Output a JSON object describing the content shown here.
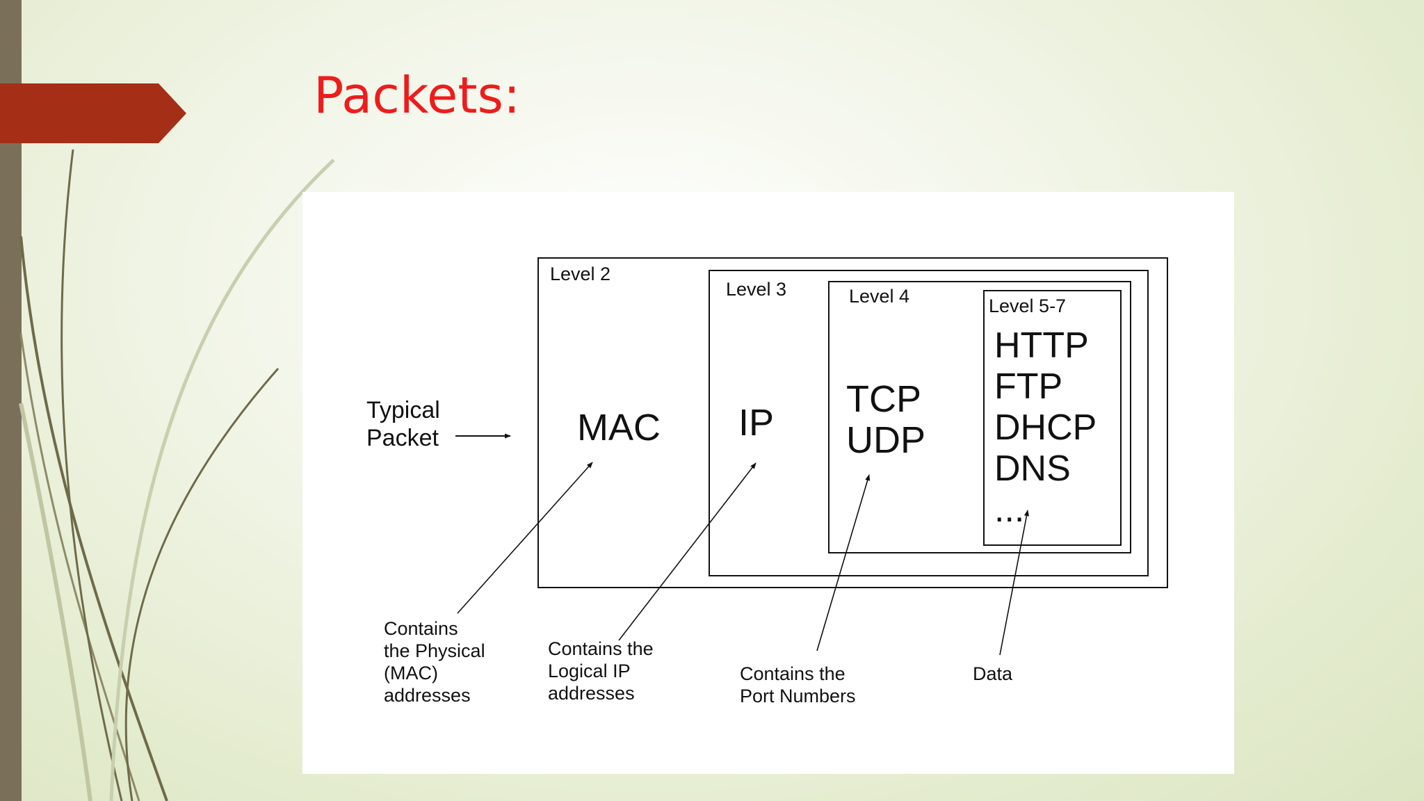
{
  "slide": {
    "title": "Packets:"
  },
  "diagram": {
    "packet_label": [
      "Typical",
      "Packet"
    ],
    "layers": [
      {
        "level": "Level 2",
        "protocols": [
          "MAC"
        ]
      },
      {
        "level": "Level 3",
        "protocols": [
          "IP"
        ]
      },
      {
        "level": "Level 4",
        "protocols": [
          "TCP",
          "UDP"
        ]
      },
      {
        "level": "Level 5-7",
        "protocols": [
          "HTTP",
          "FTP",
          "DHCP",
          "DNS",
          "..."
        ]
      }
    ],
    "annotations": [
      {
        "lines": [
          "Contains",
          "the Physical",
          "(MAC)",
          "addresses"
        ]
      },
      {
        "lines": [
          "Contains the",
          "Logical IP",
          "addresses"
        ]
      },
      {
        "lines": [
          "Contains the",
          "Port Numbers"
        ]
      },
      {
        "lines": [
          "Data"
        ]
      }
    ]
  },
  "colors": {
    "title": "#ee1c1c",
    "accent_arrow": "#a52e17",
    "left_bar": "#7a705a"
  }
}
